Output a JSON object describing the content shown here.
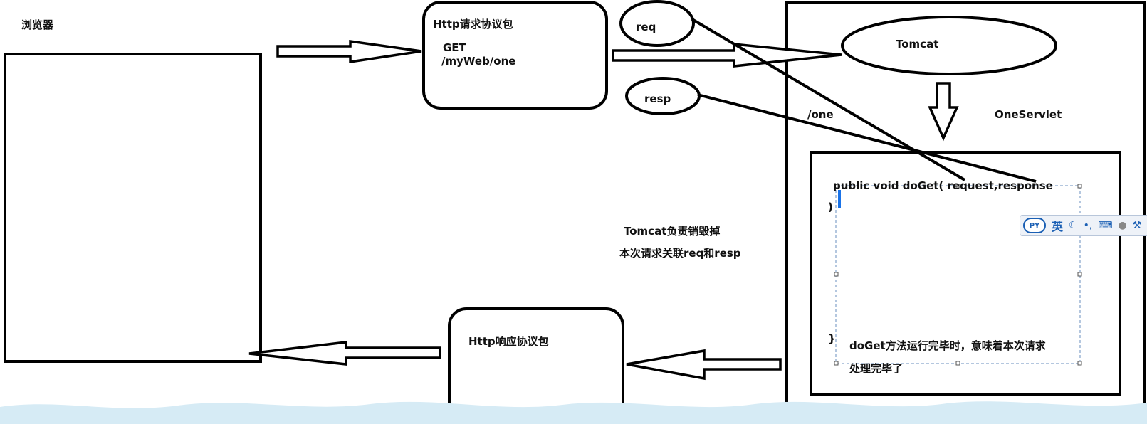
{
  "labels": {
    "browser": "浏览器",
    "request_package": "Http请求协议包",
    "method": "GET",
    "path": "/myWeb/one",
    "req": "req",
    "resp": "resp",
    "tomcat": "Tomcat",
    "one_path": "/one",
    "servlet_name": "OneServlet",
    "destroy_line1": "Tomcat负责销毁掉",
    "destroy_line2": "本次请求关联req和resp",
    "response_package": "Http响应协议包",
    "code_signature": "public void doGet(   request,response",
    "code_paren_close": ")",
    "code_brace_close": "}",
    "doget_note_line1": "doGet方法运行完毕时，意味着本次请求",
    "doget_note_line2": "处理完毕了"
  },
  "ime_toolbar": {
    "logo_text": "PY",
    "language": "英",
    "icons": [
      "moon-icon",
      "punctuation-icon",
      "keyboard-icon",
      "user-icon",
      "wrench-icon"
    ]
  },
  "colors": {
    "stroke": "#000000",
    "selection_border": "#6a8fbf",
    "caret": "#1a73e8",
    "water_band": "#d6ebf5"
  }
}
